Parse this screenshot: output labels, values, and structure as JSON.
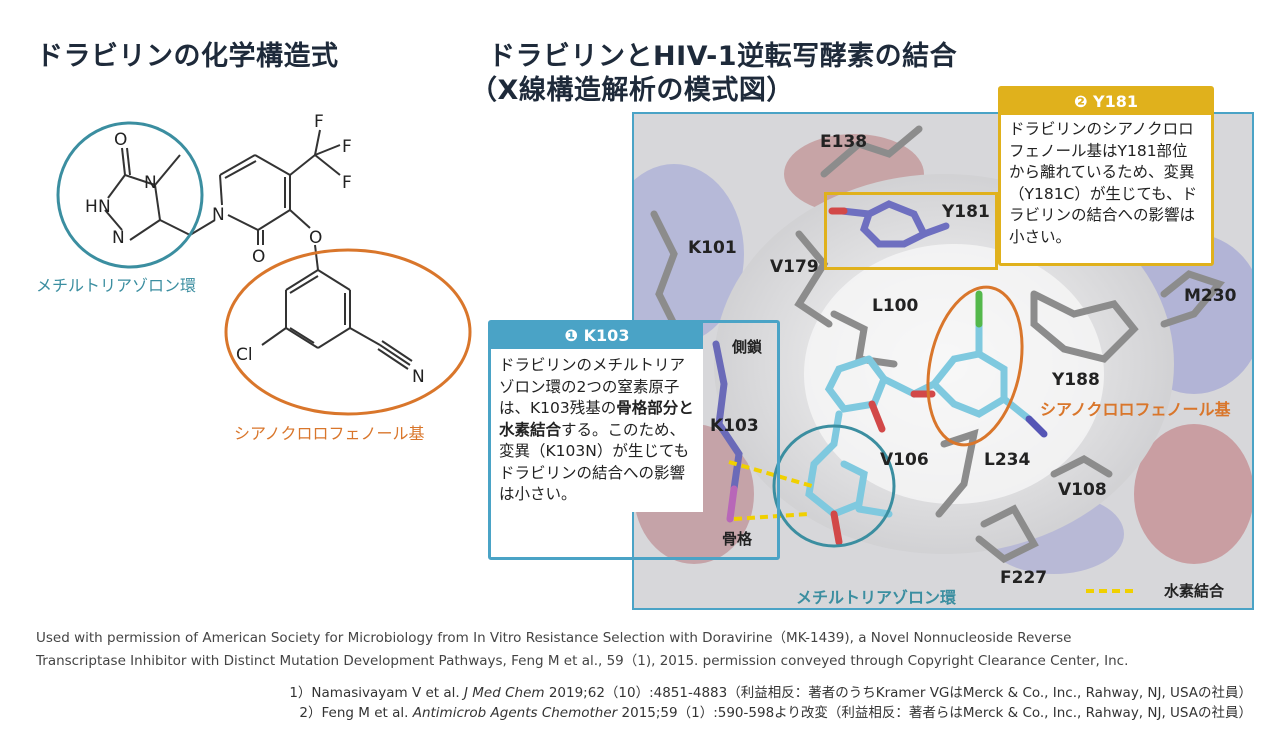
{
  "left": {
    "title": "ドラビリンの化学構造式",
    "methyl_label": "メチルトリアゾロン環",
    "cyano_label": "シアノクロロフェノール基",
    "atoms": {
      "O_top": "O",
      "N_methyl": "N",
      "HN": "H",
      "N_h": "N",
      "N_ring": "N",
      "N_lower": "N",
      "O_keto": "O",
      "O_ether": "O",
      "F1": "F",
      "F2": "F",
      "F3": "F",
      "Cl": "Cl",
      "N_cn": "N"
    }
  },
  "right": {
    "title_line1": "ドラビリンとHIV-1逆転写酵素の結合",
    "title_line2": "（X線構造解析の模式図）",
    "residues": [
      "E138",
      "Y181",
      "K101",
      "V179",
      "L100",
      "M230",
      "Y188",
      "K103",
      "V106",
      "L234",
      "V108",
      "F227"
    ],
    "side_chain_label": "側鎖",
    "backbone_label": "骨格",
    "methyl_label": "メチルトリアゾロン環",
    "cyano_label": "シアノクロロフェノール基",
    "legend_hbond": "水素結合",
    "callout1": {
      "badge": "❶ K103",
      "text_a": "ドラビリンのメチルトリアゾロン環の2つの窒素原子は、K103残基の",
      "text_bold": "骨格部分と水素結合",
      "text_b": "する。このため、変異（K103N）が生じてもドラビリンの結合への影響は小さい。"
    },
    "callout2": {
      "badge": "❷ Y181",
      "text": "ドラビリンのシアノクロロフェノール基はY181部位から離れているため、変異（Y181C）が生じても、ドラビリンの結合への影響は小さい。"
    }
  },
  "credit": {
    "line1": "Used with permission of American Society for Microbiology from In Vitro Resistance Selection with Doravirine（MK-1439), a Novel Nonnucleoside Reverse",
    "line2": "Transcriptase Inhibitor with Distinct Mutation Development Pathways, Feng M et al., 59（1), 2015. permission conveyed through Copyright Clearance Center, Inc."
  },
  "references": [
    {
      "num": "1）",
      "authors": "Namasivayam V et al. ",
      "journal": "J Med Chem",
      "detail": " 2019;62（10）:4851-4883（利益相反：著者のうちKramer VGはMerck & Co., Inc., Rahway, NJ, USAの社員）"
    },
    {
      "num": "2）",
      "authors": "Feng M et al. ",
      "journal": "Antimicrob Agents Chemother",
      "detail": " 2015;59（1）:590-598より改変（利益相反：著者らはMerck & Co., Inc., Rahway, NJ, USAの社員）"
    }
  ],
  "colors": {
    "teal": "#3b8ea0",
    "orange": "#d9762b",
    "gold": "#e0b11c",
    "callout_blue": "#4aa3c6"
  }
}
